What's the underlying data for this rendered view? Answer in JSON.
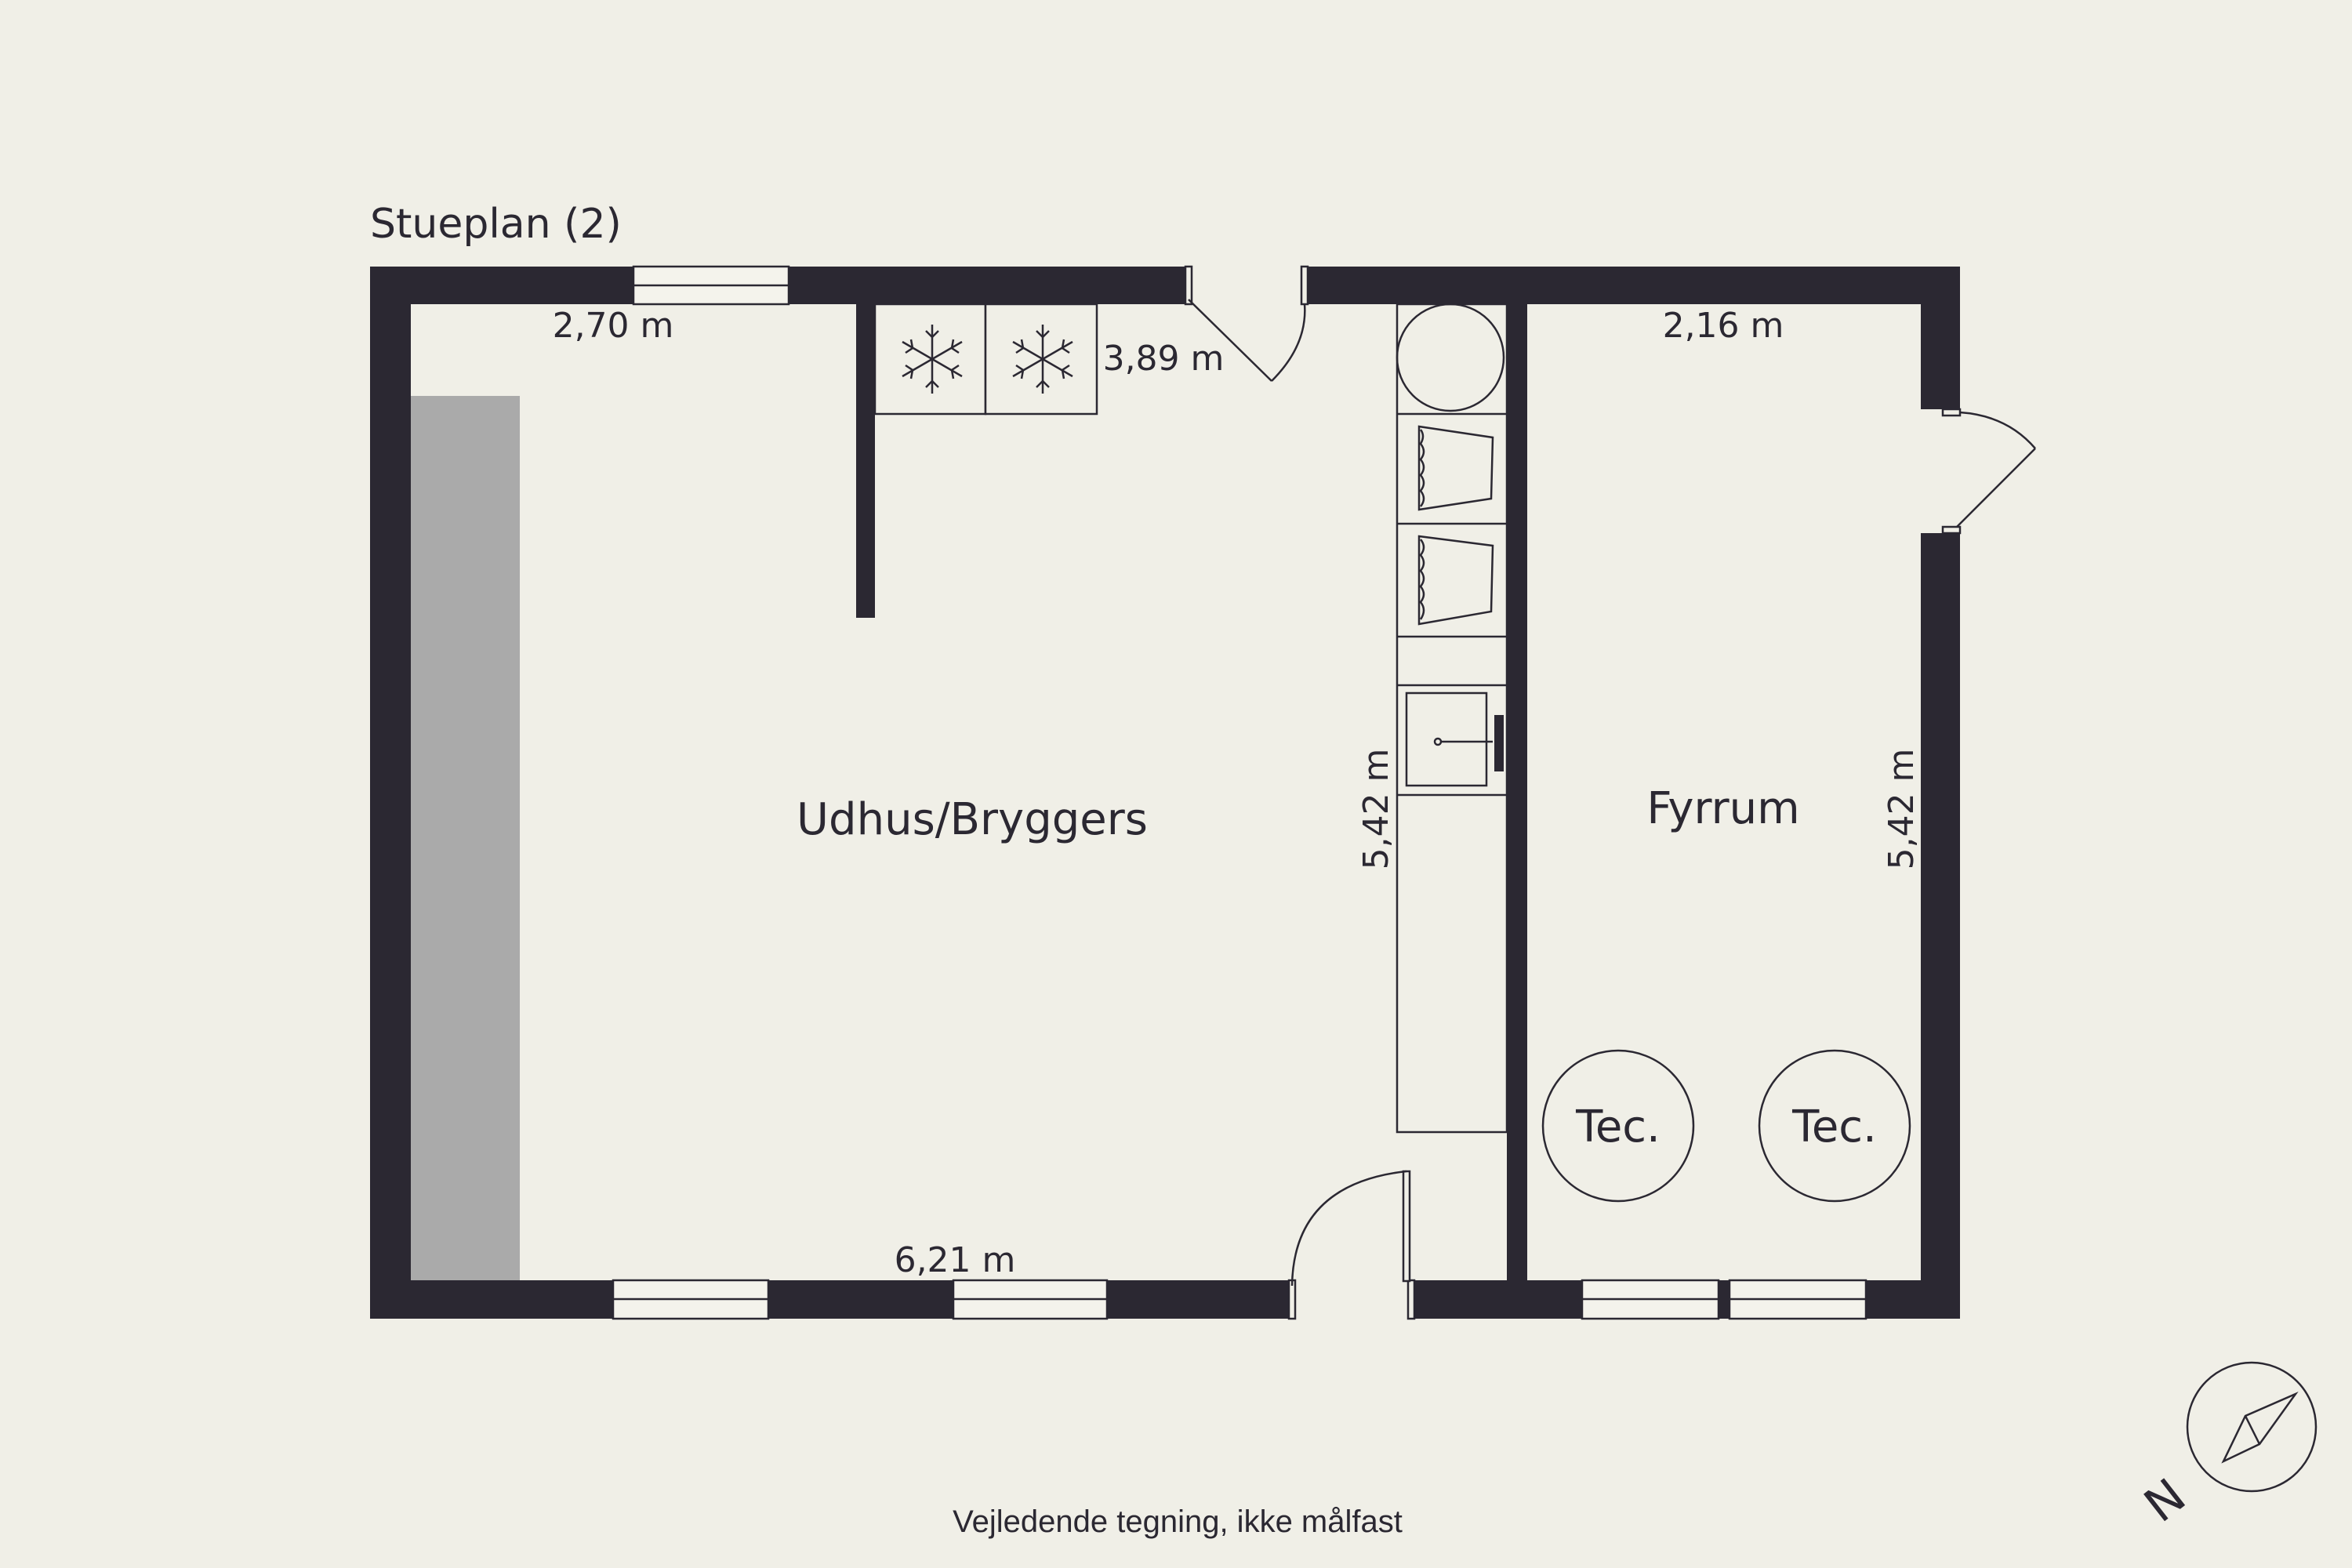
{
  "floor_title": "Stueplan (2)",
  "rooms": {
    "main": "Udhus/Bryggers",
    "boiler": "Fyrrum"
  },
  "dimensions": {
    "top_left": "2,70 m",
    "top_mid": "3,89 m",
    "top_right": "2,16 m",
    "bottom": "6,21 m",
    "side_mid": "5,42 m",
    "side_right": "5,42 m"
  },
  "appliances": {
    "tank_left": "Tec.",
    "tank_right": "Tec."
  },
  "footer_note": "Vejledende tegning, ikke målfast",
  "compass": {
    "letter": "N",
    "icon": "compass-icon"
  },
  "colors": {
    "background": "#f0efe7",
    "wall": "#2b2832",
    "counter": "#aaaaaa"
  }
}
